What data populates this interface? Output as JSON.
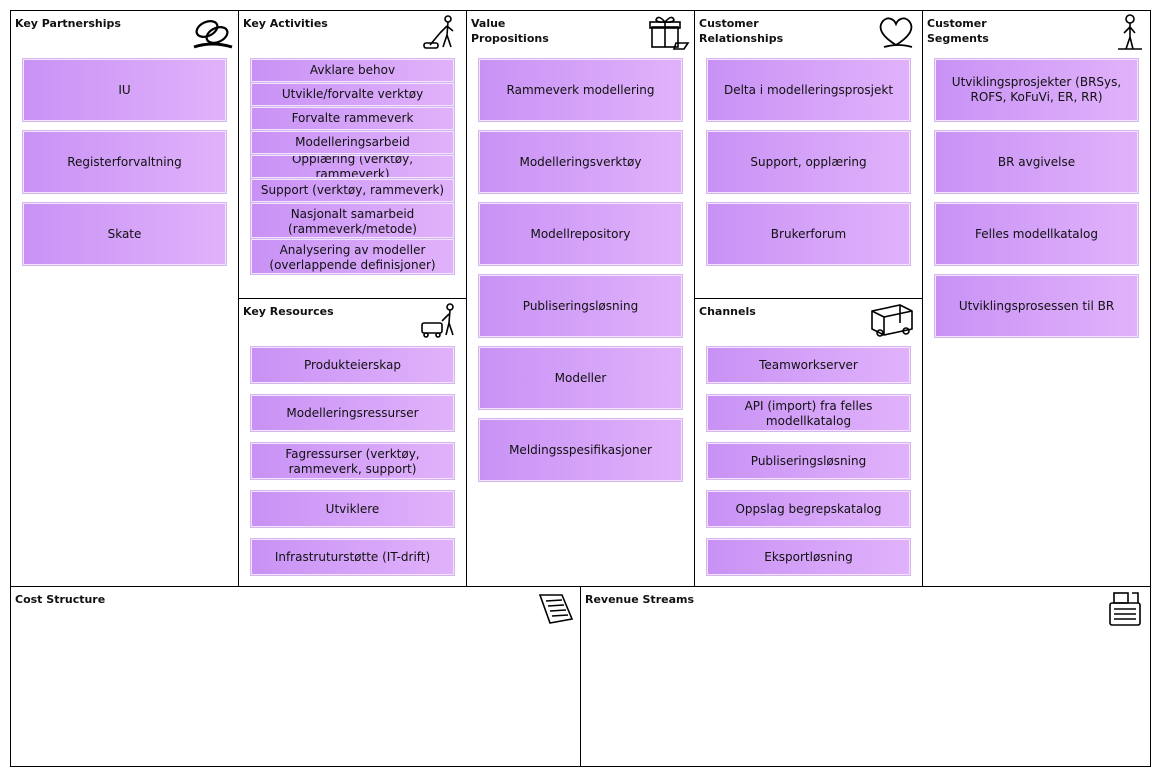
{
  "key_partnerships": {
    "title": "Key Partnerships",
    "items": [
      "IU",
      "Registerforvaltning",
      "Skate"
    ]
  },
  "key_activities": {
    "title": "Key Activities",
    "items": [
      "Avklare behov",
      "Utvikle/forvalte verktøy",
      "Forvalte rammeverk",
      "Modelleringsarbeid",
      "Opplæring (verktøy, rammeverk)",
      "Support (verktøy, rammeverk)",
      "Nasjonalt samarbeid (rammeverk/metode)",
      "Analysering av modeller (overlappende definisjoner)"
    ]
  },
  "key_resources": {
    "title": "Key Resources",
    "items": [
      "Produkteierskap",
      "Modelleringsressurser",
      "Fagressurser (verktøy, rammeverk, support)",
      "Utviklere",
      "Infrastruturstøtte (IT-drift)"
    ]
  },
  "value_propositions": {
    "title": "Value\nPropositions",
    "items": [
      "Rammeverk modellering",
      "Modelleringsverktøy",
      "Modellrepository",
      "Publiseringsløsning",
      "Modeller",
      "Meldingsspesifikasjoner"
    ]
  },
  "customer_relationships": {
    "title": "Customer\nRelationships",
    "items": [
      "Delta i modelleringsprosjekt",
      "Support, opplæring",
      "Brukerforum"
    ]
  },
  "channels": {
    "title": "Channels",
    "items": [
      "Teamworkserver",
      "API (import) fra  felles modellkatalog",
      "Publiseringsløsning",
      "Oppslag begrepskatalog",
      "Eksportløsning"
    ]
  },
  "customer_segments": {
    "title": "Customer\nSegments",
    "items": [
      "Utviklingsprosjekter (BRSys, ROFS, KoFuVi, ER, RR)",
      "BR avgivelse",
      "Felles modellkatalog",
      "Utviklingsprosessen til BR"
    ]
  },
  "cost_structure": {
    "title": "Cost Structure"
  },
  "revenue_streams": {
    "title": "Revenue Streams"
  },
  "icons": {
    "key_partnerships": "chain-links-icon",
    "key_activities": "worker-vacuum-icon",
    "key_resources": "worker-machine-icon",
    "value_propositions": "gift-box-icon",
    "customer_relationships": "heart-icon",
    "channels": "delivery-truck-icon",
    "customer_segments": "standing-person-icon",
    "cost_structure": "price-tag-icon",
    "revenue_streams": "cash-register-icon"
  },
  "colors": {
    "card_gradient_start": "#c892f5",
    "card_gradient_end": "#e1b2fb",
    "border": "#000000"
  }
}
